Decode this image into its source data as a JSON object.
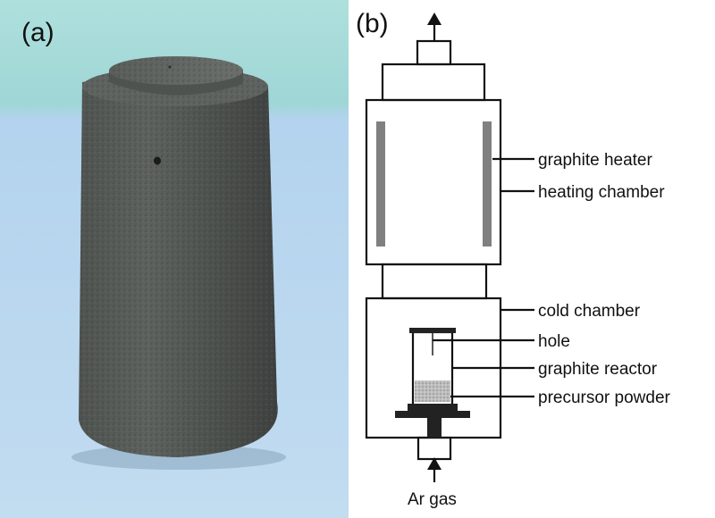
{
  "panels": {
    "a": {
      "label": "(a)"
    },
    "b": {
      "label": "(b)"
    }
  },
  "callouts": {
    "graphite_heater": "graphite heater",
    "heating_chamber": "heating chamber",
    "cold_chamber": "cold chamber",
    "hole": "hole",
    "graphite_reactor": "graphite reactor",
    "precursor_powder": "precursor powder",
    "gas_inlet": "Ar gas"
  },
  "colors": {
    "background_top": "#9fd7d6",
    "background_bottom": "#b7d4ea",
    "graphite": "#4b4d4b",
    "heater_bar": "#808080",
    "outline": "#111111"
  }
}
